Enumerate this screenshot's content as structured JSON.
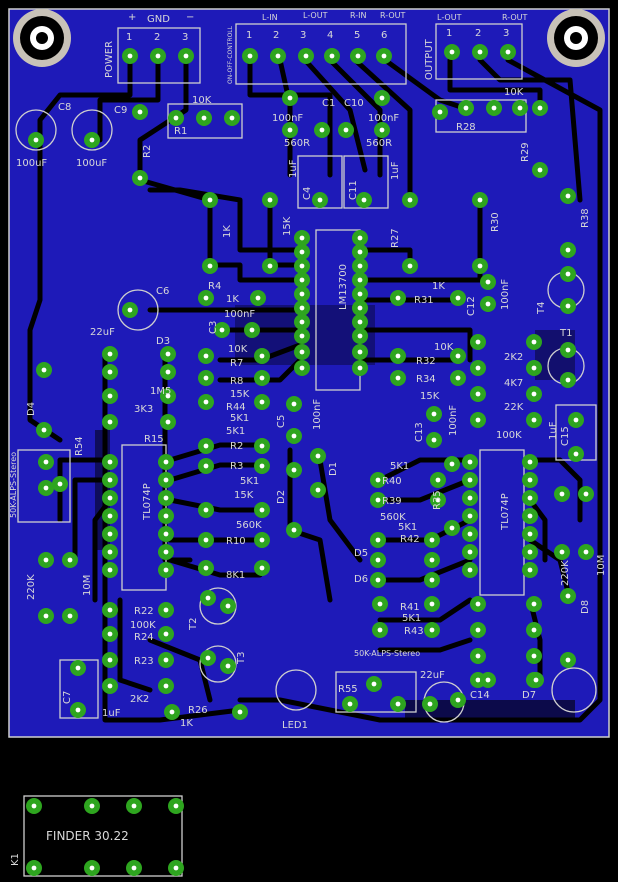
{
  "board": {
    "terminals": {
      "power": {
        "label": "POWER",
        "header": "GND",
        "plus": "+",
        "minus": "−",
        "pins": [
          "1",
          "2",
          "3"
        ]
      },
      "input": {
        "label": "ON-OFF-CONTROLL",
        "headers": [
          "L-IN",
          "L-OUT",
          "R-IN",
          "R-OUT"
        ],
        "pins": [
          "1",
          "2",
          "3",
          "4",
          "5",
          "6"
        ]
      },
      "output": {
        "label": "OUTPUT",
        "headers": [
          "L-OUT",
          "R-OUT"
        ],
        "pins": [
          "1",
          "2",
          "3"
        ]
      }
    },
    "labels": {
      "c8": "C8",
      "c8v": "100uF",
      "c9": "C9",
      "c9v": "100uF",
      "r1": "R1",
      "r1v": "10K",
      "r2": "R2",
      "c1": "C1",
      "c1v": "100nF",
      "c10": "C10",
      "c10v": "100nF",
      "r_560a": "560R",
      "r_560b": "560R",
      "r28": "R28",
      "r28v": "10K",
      "r29": "R29",
      "c4": "C4",
      "c4v": "1uF",
      "c11": "C11",
      "c11v": "1uF",
      "r_1k_a": "1K",
      "r_15k_a": "15K",
      "r27": "R27",
      "r30": "R30",
      "r38": "R38",
      "lm": "LM13700",
      "c6": "C6",
      "c6v": "22uF",
      "r4": "R4",
      "r4v": "1K",
      "r31": "R31",
      "r31v": "1K",
      "c12": "C12",
      "c12v": "100nF",
      "t4": "T4",
      "t1": "T1",
      "c3": "C3",
      "c3v": "100nF",
      "d3": "D3",
      "r7": "R7",
      "r7v": "10K",
      "r8": "R8",
      "r8v": "15K",
      "r44": "R44",
      "r44v": "5K1",
      "r32": "R32",
      "r32v": "10K",
      "r34": "R34",
      "r34v": "15K",
      "r_2k2": "2K2",
      "r_4k7": "4K7",
      "r_22k": "22K",
      "r_100k": "100K",
      "c5": "C5",
      "c5v": "100nF",
      "c13": "C13",
      "c13v": "100nF",
      "d4": "D4",
      "r54": "R54",
      "r54v": "50K-ALPS-Stereo",
      "r15": "R15",
      "r_3k3": "3K3",
      "r_1m5": "1M5",
      "r2b": "R2",
      "r2bv": "5K1",
      "r3": "R3",
      "r3v": "5K1",
      "d2": "D2",
      "d1": "D1",
      "ic1": "TL074P",
      "ic2": "TL074P",
      "c15": "C15",
      "c_1uf": "1uF",
      "r40": "R40",
      "r40v": "5K1",
      "r39": "R39",
      "r39v": "560K",
      "r35": "R35",
      "r_15k_b": "15K",
      "r_560k": "560K",
      "r10": "R10",
      "r_8k1": "8K1",
      "r_5k1": "5K1",
      "d5": "D5",
      "d6": "D6",
      "r42": "R42",
      "r_220k_a": "220K",
      "r_10m_a": "10M",
      "r_220k_b": "220K",
      "r_10m_b": "10M",
      "t2": "T2",
      "t3": "T3",
      "d8": "D8",
      "r22": "R22",
      "r_100k_b": "100K",
      "r24": "R24",
      "r23": "R23",
      "r26": "R26",
      "r26v": "1K",
      "r41": "R41",
      "r43": "R43",
      "r43v": "5K1",
      "r_50k_b": "50K-ALPS-Stereo",
      "c7": "C7",
      "c7v": "1uF",
      "led": "LED1",
      "r55": "R55",
      "c14": "C14",
      "c14v": "22uF",
      "d7": "D7",
      "k1": "K1",
      "relay": "FINDER 30.22"
    }
  },
  "colors": {
    "board": "#1e1ab8",
    "trace": "#000000",
    "pad": "#2ea51f",
    "silk": "#d8d8d8"
  }
}
